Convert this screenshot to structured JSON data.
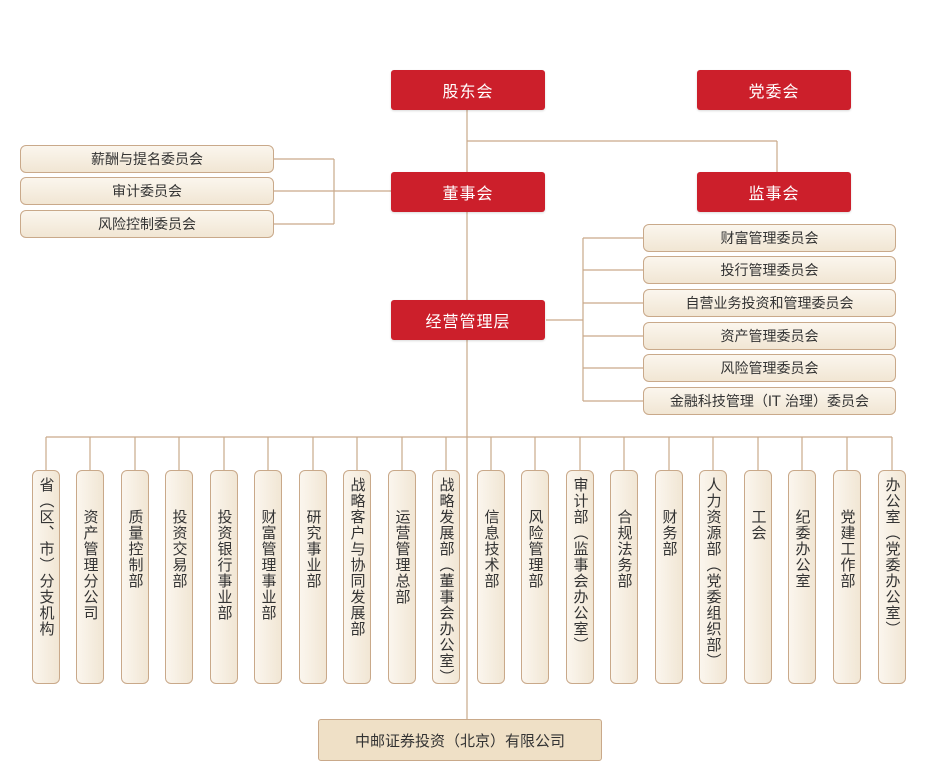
{
  "top": {
    "shareholders": "股东会",
    "party_committee": "党委会",
    "board": "董事会",
    "supervisors": "监事会",
    "management": "经营管理层"
  },
  "board_committees": [
    "薪酬与提名委员会",
    "审计委员会",
    "风险控制委员会"
  ],
  "management_committees": [
    "财富管理委员会",
    "投行管理委员会",
    "自营业务投资和管理委员会",
    "资产管理委员会",
    "风险管理委员会",
    "金融科技管理（IT 治理）委员会"
  ],
  "departments": [
    "省（区、市）分支机构",
    "资产管理分公司",
    "质量控制部",
    "投资交易部",
    "投资银行事业部",
    "财富管理事业部",
    "研究事业部",
    "战略客户与协同发展部",
    "运营管理总部",
    "战略发展部（董事会办公室）",
    "信息技术部",
    "风险管理部",
    "审计部（监事会办公室）",
    "合规法务部",
    "财务部",
    "人力资源部（党委组织部）",
    "工会",
    "纪委办公室",
    "党建工作部",
    "办公室（党委办公室）"
  ],
  "subsidiary": "中邮证券投资（北京）有限公司",
  "colors": {
    "red": "#cc1f2b",
    "line": "#c9a98a",
    "box_fill": "#f5ecdf"
  }
}
